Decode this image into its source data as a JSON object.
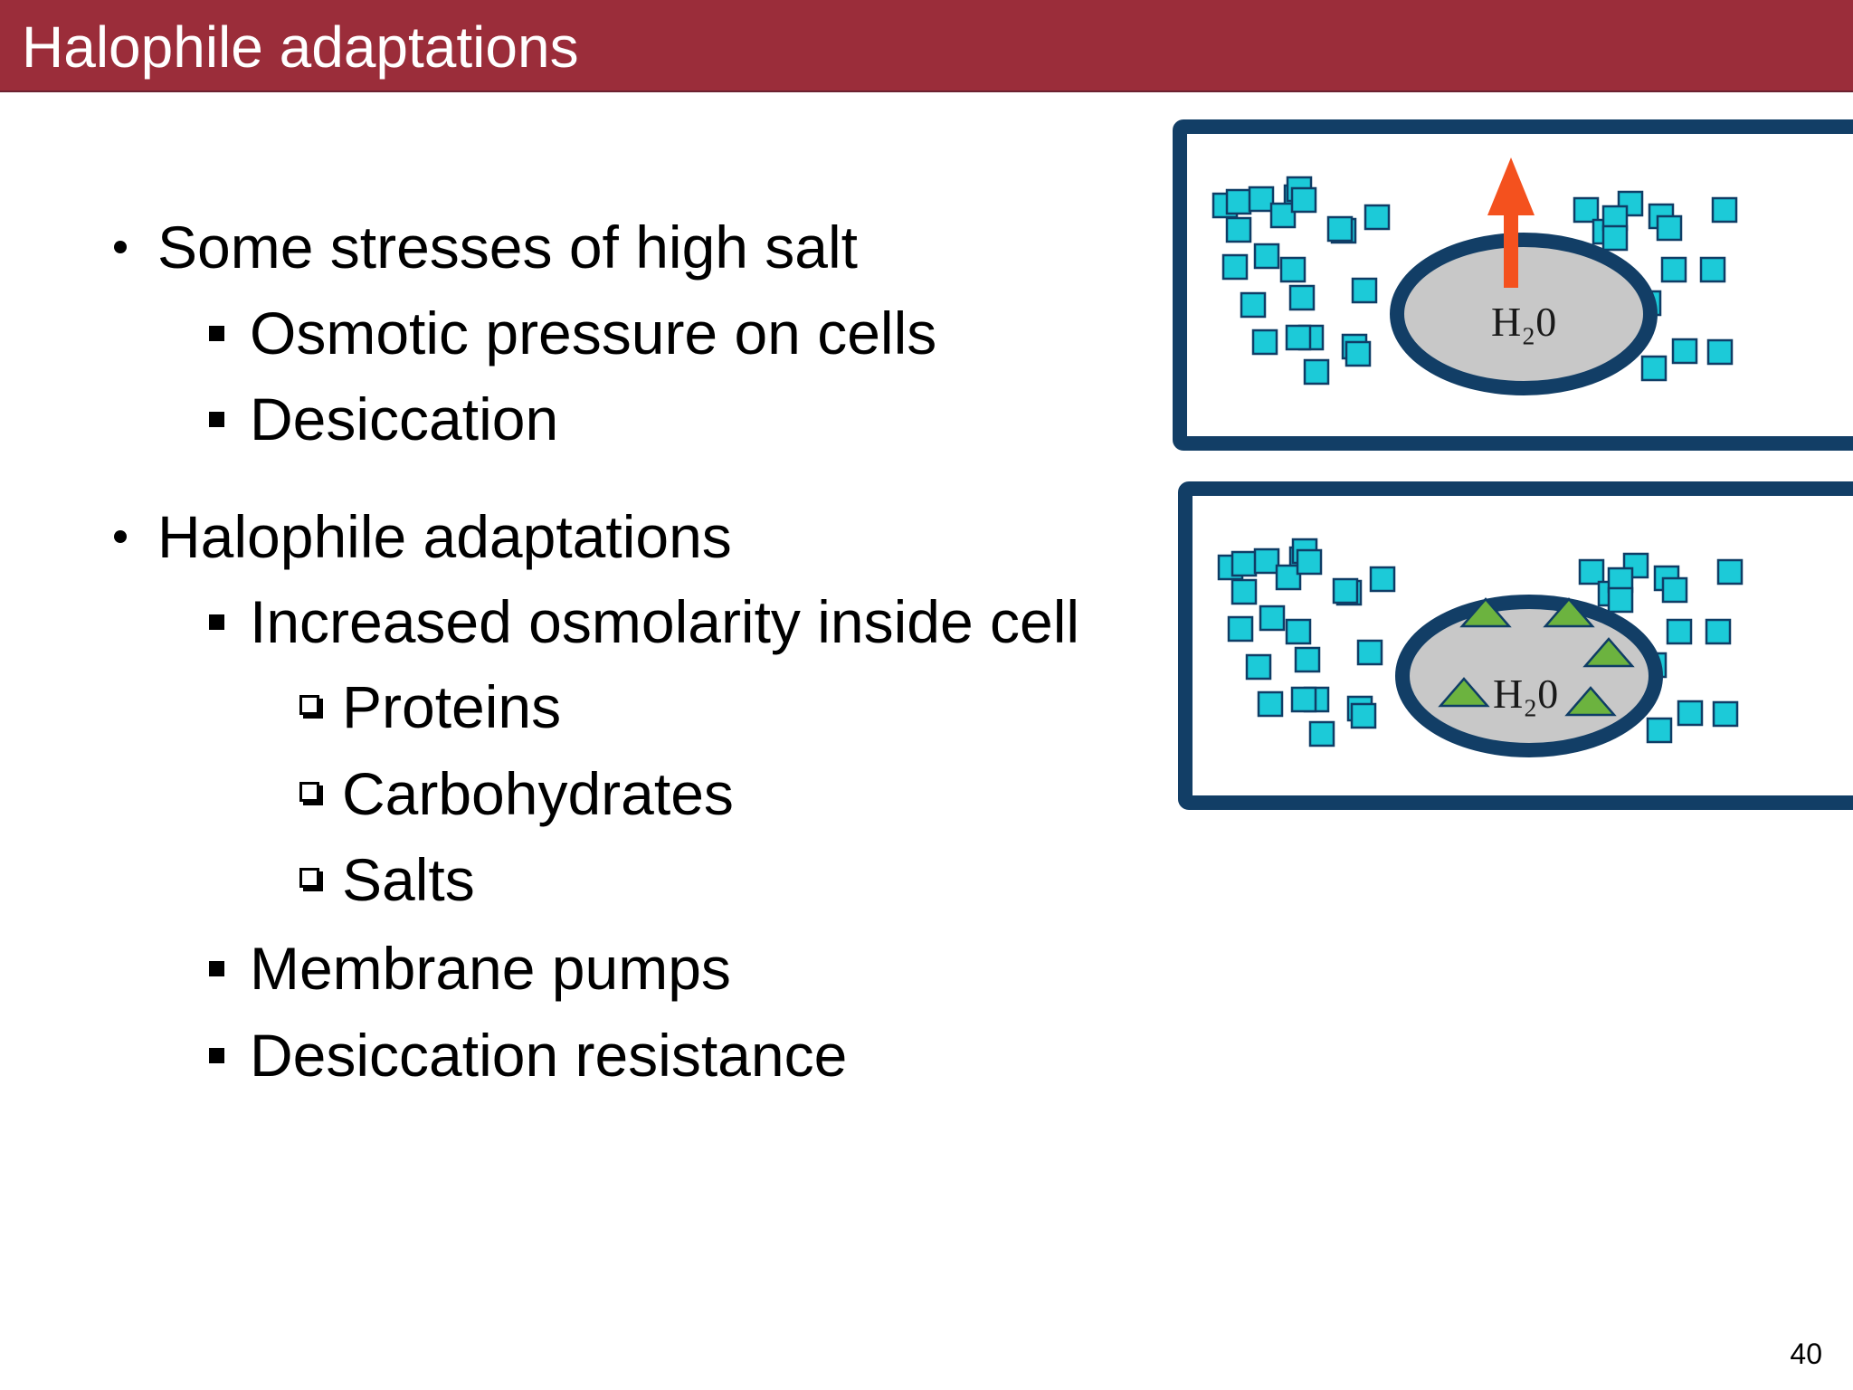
{
  "slide": {
    "title": "Halophile adaptations",
    "page_number": "40"
  },
  "bullets": {
    "b1": "Some stresses of high salt",
    "b1_1": "Osmotic pressure on cells",
    "b1_2": "Desiccation",
    "b2": "Halophile adaptations",
    "b2_1": "Increased osmolarity inside cell",
    "b2_1_1": "Proteins",
    "b2_1_2": "Carbohydrates",
    "b2_1_3": "Salts",
    "b2_2": "Membrane pumps",
    "b2_3": "Desiccation resistance"
  },
  "diagrams": {
    "top": {
      "cell_label": "H₂0",
      "arrow": "up-arrow"
    },
    "bottom": {
      "cell_label": "H₂0",
      "solute": "triangles"
    }
  },
  "colors": {
    "title_bar": "#9b2d3a",
    "frame": "#123e66",
    "salt": "#1ccad8",
    "cell_fill": "#c8c8c8",
    "arrow": "#f4511e",
    "solute": "#6cb33f"
  }
}
